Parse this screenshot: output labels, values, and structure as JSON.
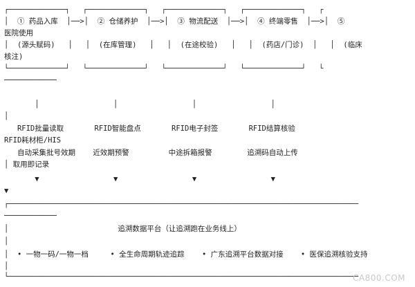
{
  "lines": [
    "┌─────────────┐   ┌─────────────┐   ┌─────────────┐   ┌─────────────┐   ┌",
    "│  ① 药品入库  │──>│  ② 仓储养护  │──>│  ③ 物流配送  │──>│  ④ 终端零售  │──>│  ⑤",
    "医院使用",
    "│  (源头赋码)   │   │  (在库管理)   │   │  (在途校验)   │   │  (药店/门诊)  │   │  (临床",
    "核注)",
    "└─────────────┘   └─────────────┘   └─────────────┘   └─────────────┘   └",
    "────────────",
    "       │                 │                 │                 │",
    "│",
    "   RFID批量读取       RFID智能盘点       RFID电子封签       RFID结算核验",
    "RFID耗材柜/HIS",
    "   自动采集批号效期    近效期预警         中途拆箱报警        追溯码自动上传",
    "│ 取用即记录",
    "       ▼                 ▼                 ▼                 ▼",
    "▼",
    "┌────────────────────────────────────────────────────────────────────────────────",
    "────────────",
    "│                         追溯数据平台（让追溯跑在业务线上）",
    "│",
    "│  • 一物一码/一物一档     • 全生命周期轨迹追踪    • 广东追溯平台数据对接    • 医保追溯核验支持",
    "│",
    "└────────────────────────────────────────────────────────────────────────────────"
  ],
  "watermark": "CA800.COM"
}
